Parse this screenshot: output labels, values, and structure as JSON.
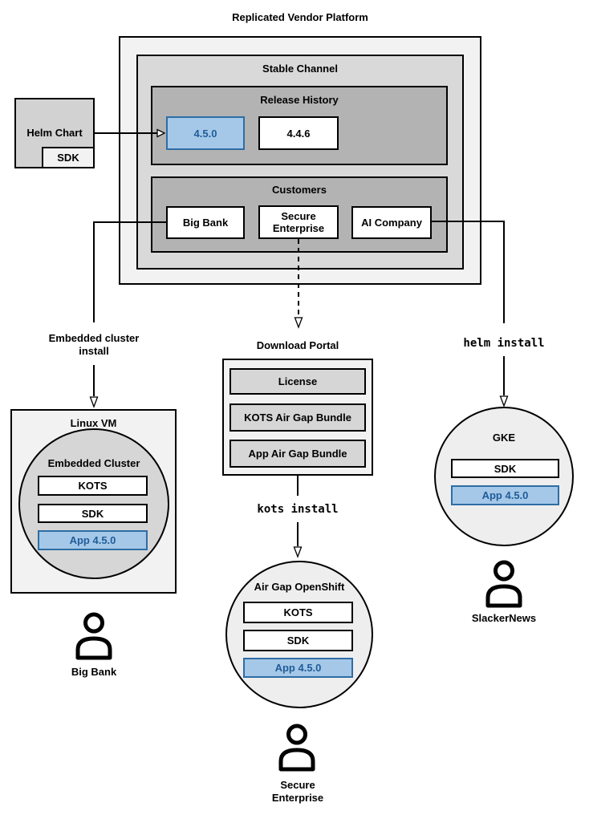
{
  "title": "Replicated Vendor Platform",
  "platform": {
    "stable_channel": {
      "label": "Stable Channel",
      "release_history": {
        "label": "Release History",
        "releases": [
          {
            "label": "4.5.0",
            "highlighted": true
          },
          {
            "label": "4.4.6",
            "highlighted": false
          }
        ]
      },
      "customers": {
        "label": "Customers",
        "items": [
          {
            "label": "Big Bank"
          },
          {
            "label": "Secure Enterprise"
          },
          {
            "label": "AI Company"
          }
        ]
      }
    }
  },
  "helm_chart": {
    "label": "Helm Chart",
    "sdk": "SDK"
  },
  "edges": {
    "embedded_cluster_install": "Embedded cluster\ninstall",
    "kots_install": "kots install",
    "helm_install": "helm install"
  },
  "download_portal": {
    "label": "Download Portal",
    "items": [
      {
        "label": "License"
      },
      {
        "label": "KOTS Air Gap Bundle"
      },
      {
        "label": "App Air Gap Bundle"
      }
    ]
  },
  "linux_vm": {
    "label": "Linux VM",
    "embedded_cluster": {
      "label": "Embedded Cluster",
      "components": [
        {
          "label": "KOTS",
          "highlighted": false
        },
        {
          "label": "SDK",
          "highlighted": false
        },
        {
          "label": "App 4.5.0",
          "highlighted": true
        }
      ]
    }
  },
  "airgap_openshift": {
    "label": "Air Gap OpenShift",
    "components": [
      {
        "label": "KOTS",
        "highlighted": false
      },
      {
        "label": "SDK",
        "highlighted": false
      },
      {
        "label": "App 4.5.0",
        "highlighted": true
      }
    ]
  },
  "gke": {
    "label": "GKE",
    "components": [
      {
        "label": "SDK",
        "highlighted": false
      },
      {
        "label": "App 4.5.0",
        "highlighted": true
      }
    ]
  },
  "users": {
    "big_bank": "Big Bank",
    "secure_enterprise": "Secure\nEnterprise",
    "slackernews": "SlackerNews"
  },
  "colors": {
    "highlight_fill": "#a5c8e8",
    "highlight_border": "#2e6da4",
    "highlight_text": "#1f5c99",
    "line": "#000000",
    "gray_lightest": "#f2f2f2",
    "gray_light": "#d9d9d9",
    "gray_mid": "#d6d6d6",
    "gray_dark": "#b3b3b3"
  }
}
